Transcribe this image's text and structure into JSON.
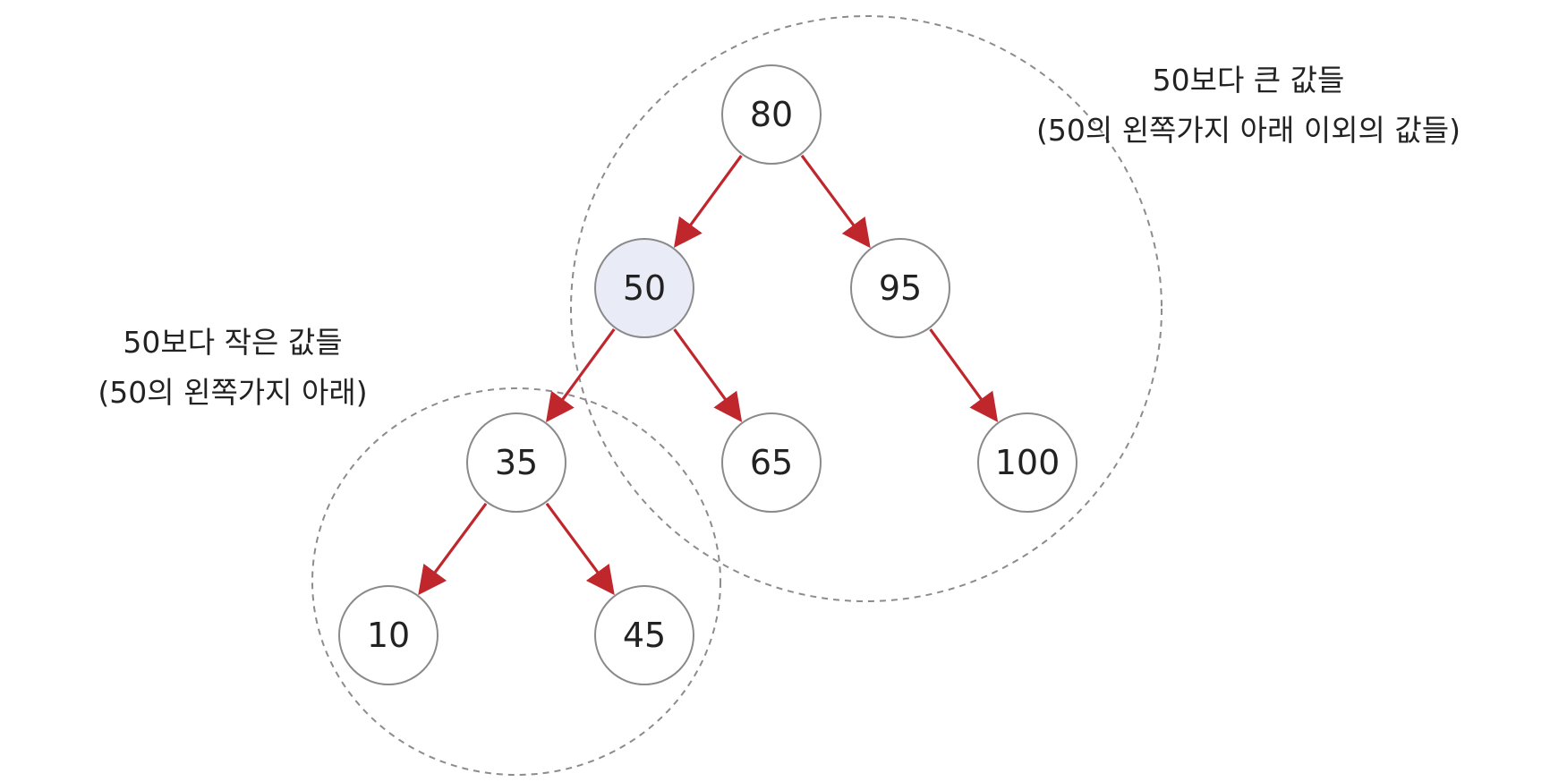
{
  "nodes": [
    {
      "id": "n80",
      "label": "80",
      "highlight": false
    },
    {
      "id": "n50",
      "label": "50",
      "highlight": true
    },
    {
      "id": "n95",
      "label": "95",
      "highlight": false
    },
    {
      "id": "n35",
      "label": "35",
      "highlight": false
    },
    {
      "id": "n65",
      "label": "65",
      "highlight": false
    },
    {
      "id": "n100",
      "label": "100",
      "highlight": false
    },
    {
      "id": "n10",
      "label": "10",
      "highlight": false
    },
    {
      "id": "n45",
      "label": "45",
      "highlight": false
    }
  ],
  "edges": [
    {
      "from": "n80",
      "to": "n50"
    },
    {
      "from": "n80",
      "to": "n95"
    },
    {
      "from": "n50",
      "to": "n35"
    },
    {
      "from": "n50",
      "to": "n65"
    },
    {
      "from": "n95",
      "to": "n100"
    },
    {
      "from": "n35",
      "to": "n10"
    },
    {
      "from": "n35",
      "to": "n45"
    }
  ],
  "annotations": {
    "larger": {
      "line1": "50보다 큰 값들",
      "line2": "(50의 왼쪽가지 아래 이외의 값들)"
    },
    "smaller": {
      "line1": "50보다 작은 값들",
      "line2": "(50의 왼쪽가지 아래)"
    }
  },
  "colors": {
    "edge": "#c0272d",
    "highlight_fill": "#e9ebf6",
    "node_stroke": "#8a8a8a",
    "region_stroke": "#8c8c8c"
  }
}
